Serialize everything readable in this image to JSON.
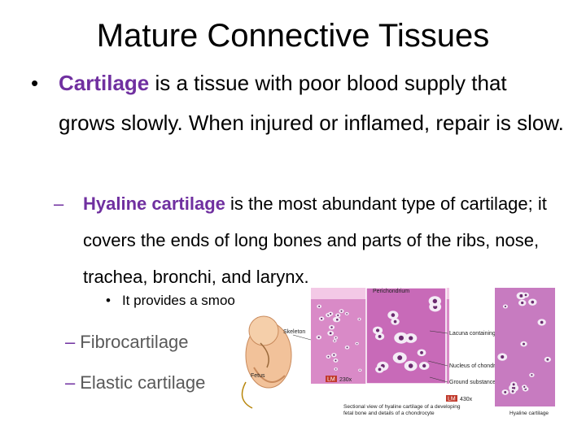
{
  "slide": {
    "title": "Mature Connective Tissues",
    "bullet1": {
      "term": "Cartilage",
      "text": " is a tissue with poor blood supply that grows slowly.  When injured or inflamed, repair is slow."
    },
    "sub1": {
      "term": "Hyaline cartilage",
      "text": " is the most abundant type of cartilage; it covers the ends of long bones and parts of the ribs, nose, trachea, bronchi, and larynx."
    },
    "sub1_point": "It provides a smoo",
    "sub2": "Fibrocartilage",
    "sub3": "Elastic cartilage"
  },
  "figure": {
    "labels": {
      "perichondrium": "Perichondrium",
      "skeleton": "Skeleton",
      "fetus": "Fetus",
      "lacuna": "Lacuna containing chondrocyte",
      "nucleus": "Nucleus of chondrocyte",
      "ground": "Ground substance",
      "lm1": "LM",
      "mag1": "230x",
      "lm2": "LM",
      "mag2": "430x",
      "caption1": "Sectional view of hyaline cartilage of a developing",
      "caption2": "fetal bone and details of a chondrocyte",
      "hyaline_label": "Hyaline cartilage"
    },
    "colors": {
      "tissue": "#c86ab8",
      "lacuna": "#f4ecf6",
      "nucleus": "#6a2a6e",
      "lm_badge": "#c0392b"
    }
  }
}
